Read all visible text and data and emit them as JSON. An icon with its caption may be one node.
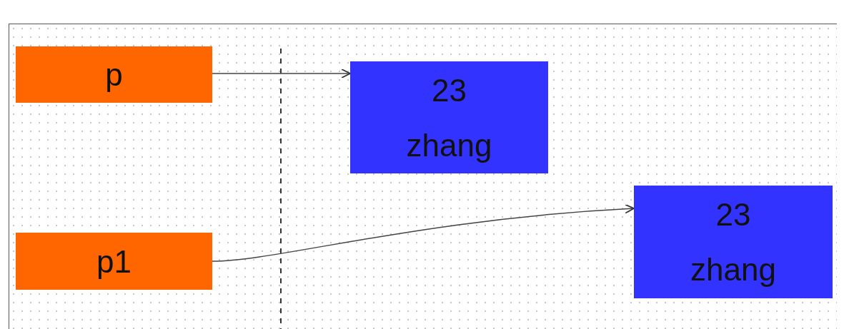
{
  "diagram": {
    "nodes": [
      {
        "text": [
          "p"
        ]
      },
      {
        "text": [
          "23",
          "zhang"
        ]
      },
      {
        "text": [
          "p1"
        ]
      },
      {
        "text": [
          "23",
          "zhang"
        ]
      }
    ],
    "edges": [
      {
        "from": 0,
        "to": 1,
        "arrow": "to"
      },
      {
        "from": 2,
        "to": 3,
        "arrow": "to"
      }
    ]
  }
}
